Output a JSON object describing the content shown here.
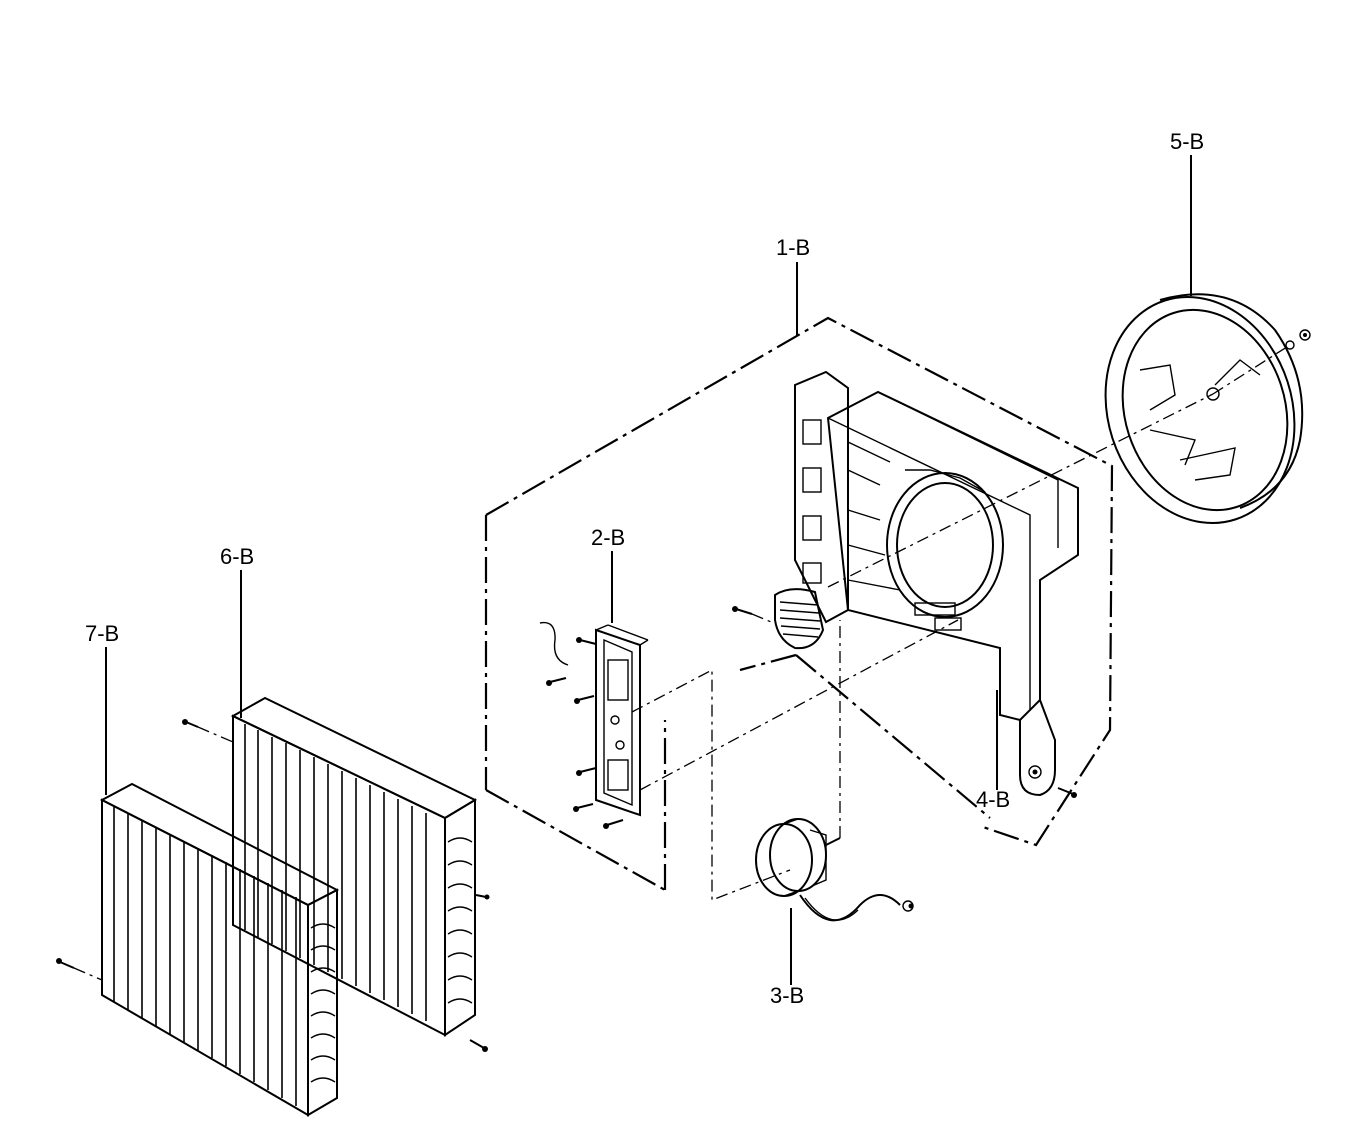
{
  "labels": {
    "part_1": "1-B",
    "part_2": "2-B",
    "part_3": "3-B",
    "part_4": "4-B",
    "part_5": "5-B",
    "part_6": "6-B",
    "part_7": "7-B"
  },
  "colors": {
    "line": "#000000",
    "background": "#ffffff"
  }
}
